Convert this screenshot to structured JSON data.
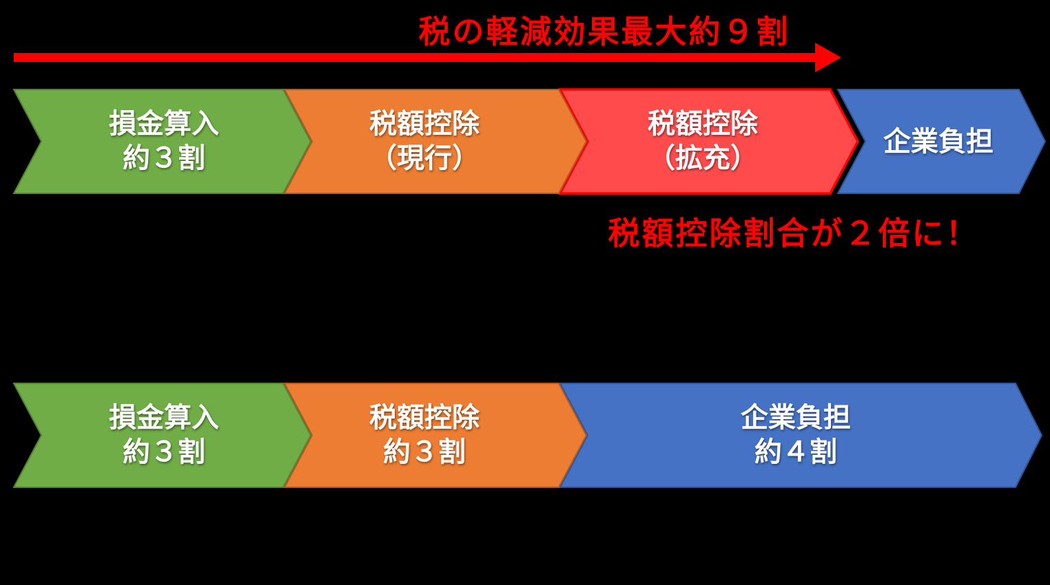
{
  "title": {
    "text": "税の軽減効果最大約９割"
  },
  "annotation": {
    "text": "税額控除割合が２倍に！"
  },
  "colors": {
    "background": "#000000",
    "accent_red": "#FF0000",
    "text_white": "#FFFFFF",
    "green": "#70AD47",
    "green_border": "#548235",
    "orange": "#ED7D31",
    "orange_border": "#AE5A21",
    "red_fill": "#FF4B4B",
    "red_border": "#FF0000",
    "blue": "#4472C4",
    "blue_border": "#2F5597"
  },
  "row1": {
    "segments": [
      {
        "line1": "損金算入",
        "line2": "約３割",
        "color_key": "green"
      },
      {
        "line1": "税額控除",
        "line2": "（現行）",
        "color_key": "orange"
      },
      {
        "line1": "税額控除",
        "line2": "（拡充）",
        "color_key": "red"
      },
      {
        "line1": "企業負担",
        "line2": "",
        "color_key": "blue"
      }
    ]
  },
  "row2": {
    "segments": [
      {
        "line1": "損金算入",
        "line2": "約３割",
        "color_key": "green"
      },
      {
        "line1": "税額控除",
        "line2": "約３割",
        "color_key": "orange"
      },
      {
        "line1": "企業負担",
        "line2": "約４割",
        "color_key": "blue"
      }
    ]
  }
}
